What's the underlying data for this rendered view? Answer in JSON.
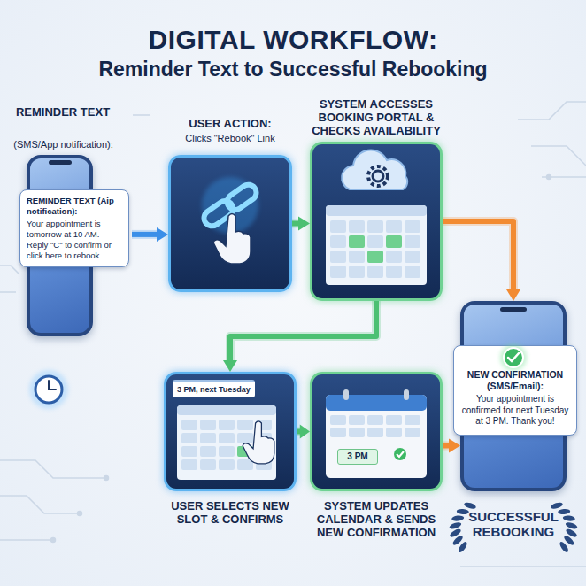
{
  "diagram": {
    "title": "DIGITAL WORKFLOW:",
    "nodes": [
      {
        "text": [
          "REMINDER TEXT",
          "(SMS/App notification):"
        ]
      },
      {
        "text": [
          "REMINDER TEXT (Aip notification):",
          "Your appointment is tomorrow at 10 AM. Reply \"C\" to confirm or click here to rebook."
        ],
        "in": 0
      },
      {
        "text": [
          "USER ACTION:",
          "Clicks \"Rebook\" Link"
        ]
      },
      {
        "text": [
          "SYSTEM ACCESSES BOOKING PORTAL & CHECKS AVAILABILITY"
        ]
      },
      {
        "text": [
          "3 PM, next Tuesday",
          "USER SELECTS NEW SLOT & CONFIRMS"
        ]
      },
      {
        "text": [
          "3 PM",
          "SYSTEM UPDATES CALENDAR & SENDS NEW CONFIRMATION"
        ]
      },
      {
        "text": [
          "NEW CONFIRMATION (SMS/Email):",
          "Your appointment is confirmed for next Tuesday at 3 PM. Thank you!"
        ]
      }
    ],
    "edges": [
      {
        "from": 0,
        "to": 2,
        "arrow": "to"
      },
      {
        "from": 2,
        "to": 3,
        "arrow": "to"
      },
      {
        "from": 3,
        "to": 4,
        "arrow": "to"
      },
      {
        "from": 4,
        "to": 5,
        "arrow": "to"
      },
      {
        "from": 5,
        "to": 6,
        "arrow": "to"
      },
      {
        "from": 3,
        "to": 6,
        "arrow": "to"
      }
    ],
    "labels": [
      "Reminder Text to Successful Rebooking",
      "SUCCESSFUL REBOOKING"
    ]
  }
}
